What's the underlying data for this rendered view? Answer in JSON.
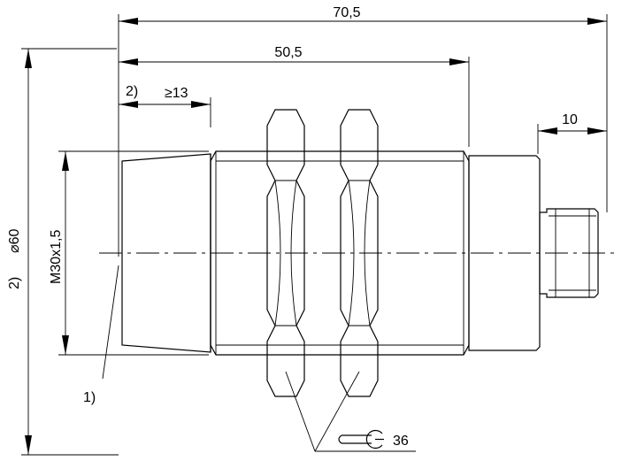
{
  "dimensions": {
    "overall_length": "70,5",
    "thread_length": "50,5",
    "min_length_prefix": "2)",
    "min_length": "≥13",
    "connector_length": "10",
    "diameter_prefix": "2)",
    "diameter": "⌀60",
    "thread_spec": "M30x1,5"
  },
  "callouts": {
    "note_1": "1)",
    "wrench_size": "36"
  }
}
